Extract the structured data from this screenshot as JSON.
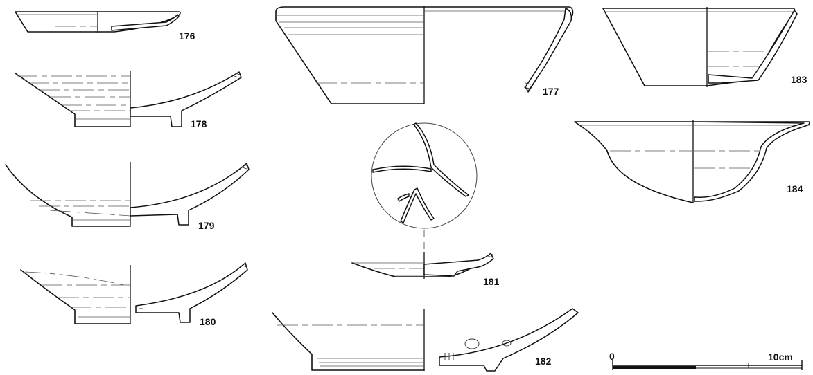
{
  "figures": [
    {
      "id": "176",
      "label": "176"
    },
    {
      "id": "177",
      "label": "177"
    },
    {
      "id": "178",
      "label": "178"
    },
    {
      "id": "179",
      "label": "179"
    },
    {
      "id": "180",
      "label": "180"
    },
    {
      "id": "181",
      "label": "181"
    },
    {
      "id": "182",
      "label": "182"
    },
    {
      "id": "183",
      "label": "183"
    },
    {
      "id": "184",
      "label": "184"
    }
  ],
  "scale_bar": {
    "start_label": "0",
    "end_label": "10cm"
  },
  "colors": {
    "ink": "#111111",
    "paper": "#ffffff"
  }
}
